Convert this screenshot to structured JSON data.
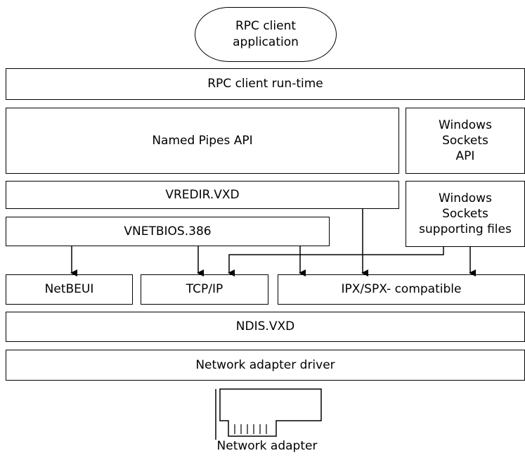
{
  "diagram": {
    "client_app": "RPC client\napplication",
    "client_runtime": "RPC client run-time",
    "named_pipes_api": "Named Pipes API",
    "winsock_api": "Windows\nSockets\nAPI",
    "vredir": "VREDIR.VXD",
    "winsock_support": "Windows\nSockets\nsupporting files",
    "vnetbios": "VNETBIOS.386",
    "netbeui": "NetBEUI",
    "tcpip": "TCP/IP",
    "ipxspx": "IPX/SPX- compatible",
    "ndis": "NDIS.VXD",
    "adapter_driver": "Network adapter driver",
    "adapter_caption": "Network adapter"
  }
}
